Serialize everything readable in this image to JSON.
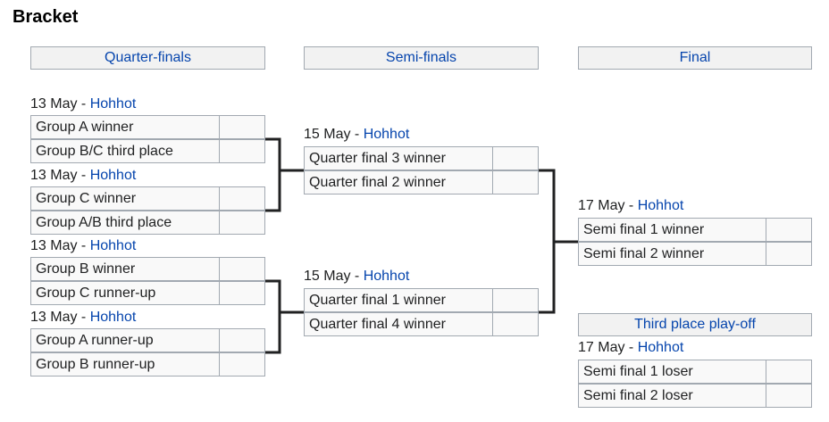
{
  "title": "Bracket",
  "rounds": {
    "quarterfinals": "Quarter-finals",
    "semifinals": "Semi-finals",
    "final": "Final",
    "third_place": "Third place play-off"
  },
  "matches": [
    {
      "date": "13 May",
      "sep": " - ",
      "venue": "Hohhot",
      "teams": [
        "Group A winner",
        "Group B/C third place"
      ],
      "scores": [
        "",
        ""
      ]
    },
    {
      "date": "13 May",
      "sep": " - ",
      "venue": "Hohhot",
      "teams": [
        "Group C winner",
        "Group A/B third place"
      ],
      "scores": [
        "",
        ""
      ]
    },
    {
      "date": "13 May",
      "sep": " - ",
      "venue": "Hohhot",
      "teams": [
        "Group B winner",
        "Group C runner-up"
      ],
      "scores": [
        "",
        ""
      ]
    },
    {
      "date": "13 May",
      "sep": " - ",
      "venue": "Hohhot",
      "teams": [
        "Group A runner-up",
        "Group B runner-up"
      ],
      "scores": [
        "",
        ""
      ]
    },
    {
      "date": "15 May",
      "sep": " - ",
      "venue": "Hohhot",
      "teams": [
        "Quarter final 3 winner",
        "Quarter final 2 winner"
      ],
      "scores": [
        "",
        ""
      ]
    },
    {
      "date": "15 May",
      "sep": " - ",
      "venue": "Hohhot",
      "teams": [
        "Quarter final 1 winner",
        "Quarter final 4 winner"
      ],
      "scores": [
        "",
        ""
      ]
    },
    {
      "date": "17 May",
      "sep": " - ",
      "venue": "Hohhot",
      "teams": [
        "Semi final 1 winner",
        "Semi final 2 winner"
      ],
      "scores": [
        "",
        ""
      ]
    },
    {
      "date": "17 May",
      "sep": " - ",
      "venue": "Hohhot",
      "teams": [
        "Semi final 1 loser",
        "Semi final 2 loser"
      ],
      "scores": [
        "",
        ""
      ]
    }
  ]
}
